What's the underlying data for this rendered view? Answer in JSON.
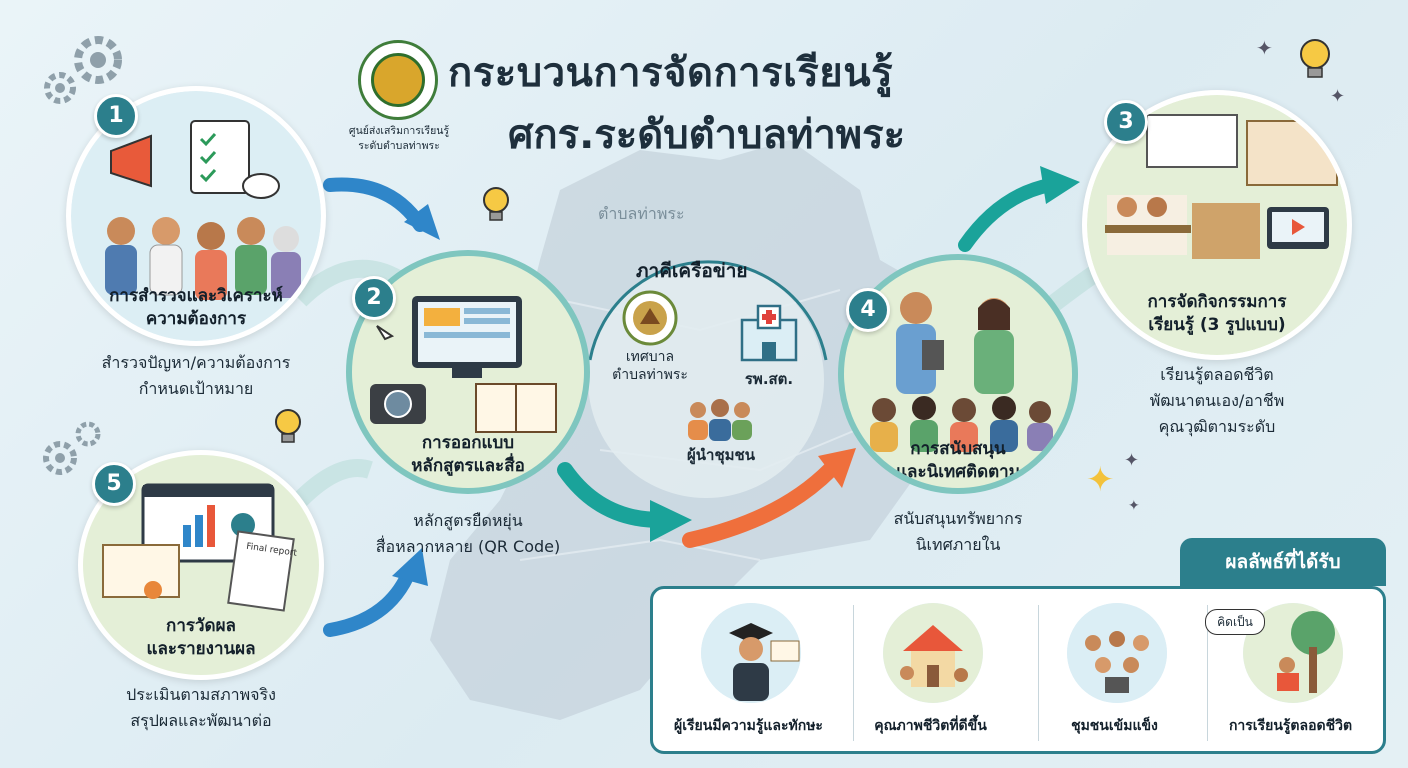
{
  "title": {
    "line1": "กระบวนการจัดการเรียนรู้",
    "line2": "ศกร.ระดับตำบลท่าพระ"
  },
  "logo": {
    "caption_line1": "ศูนย์ส่งเสริมการเรียนรู้",
    "caption_line2": "ระดับตำบลท่าพระ"
  },
  "map_label": "ตำบลท่าพระ",
  "network": {
    "title": "ภาคีเครือข่าย",
    "municipality_line1": "เทศบาล",
    "municipality_line2": "ตำบลท่าพระ",
    "hospital": "รพ.สต.",
    "community_leaders": "ผู้นำชุมชน"
  },
  "steps": [
    {
      "number": "1",
      "title_line1": "การสำรวจและวิเคราะห์",
      "title_line2": "ความต้องการ",
      "desc_line1": "สำรวจปัญหา/ความต้องการ",
      "desc_line2": "กำหนดเป้าหมาย"
    },
    {
      "number": "2",
      "title_line1": "การออกแบบ",
      "title_line2": "หลักสูตรและสื่อ",
      "desc_line1": "หลักสูตรยืดหยุ่น",
      "desc_line2": "สื่อหลากหลาย (QR Code)"
    },
    {
      "number": "3",
      "title_line1": "การจัดกิจกรรมการ",
      "title_line2": "เรียนรู้ (3 รูปแบบ)",
      "desc_line1": "เรียนรู้ตลอดชีวิต",
      "desc_line2": "พัฒนาตนเอง/อาชีพ",
      "desc_line3": "คุณวุฒิตามระดับ"
    },
    {
      "number": "4",
      "title_line1": "การสนับสนุน",
      "title_line2": "และนิเทศติดตาม",
      "desc_line1": "สนับสนุนทรัพยากร",
      "desc_line2": "นิเทศภายใน"
    },
    {
      "number": "5",
      "title_line1": "การวัดผล",
      "title_line2": "และรายงานผล",
      "desc_line1": "ประเมินตามสภาพจริง",
      "desc_line2": "สรุปผลและพัฒนาต่อ"
    }
  ],
  "step5_doc_label": "Final report",
  "results": {
    "tab_label": "ผลลัพธ์ที่ได้รับ",
    "items": [
      "ผู้เรียนมีความรู้และทักษะ",
      "คุณภาพชีวิตที่ดีขึ้น",
      "ชุมชนเข้มแข็ง",
      "การเรียนรู้ตลอดชีวิต"
    ],
    "thought_bubble": "คิดเป็น"
  },
  "colors": {
    "teal": "#2c7f8c",
    "blue_arrow": "#2f86c9",
    "teal_arrow": "#1aa39a",
    "orange_arrow": "#ef6f3c",
    "node_fill": "#e4efd7",
    "map": "#c6d3dc"
  }
}
